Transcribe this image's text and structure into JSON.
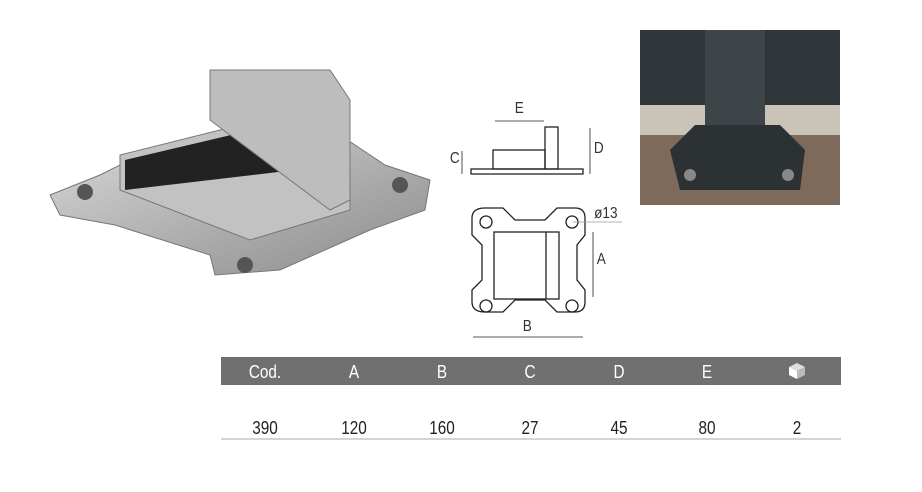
{
  "table": {
    "headers": [
      "Cod.",
      "A",
      "B",
      "C",
      "D",
      "E"
    ],
    "pack_icon": "box-icon",
    "row": [
      "390",
      "120",
      "160",
      "27",
      "45",
      "80",
      "2"
    ]
  },
  "drawing": {
    "labels": {
      "e": "E",
      "c": "C",
      "d": "D",
      "hole": "ø13",
      "a": "A",
      "b": "B"
    }
  },
  "colors": {
    "header_bg": "#707070"
  }
}
